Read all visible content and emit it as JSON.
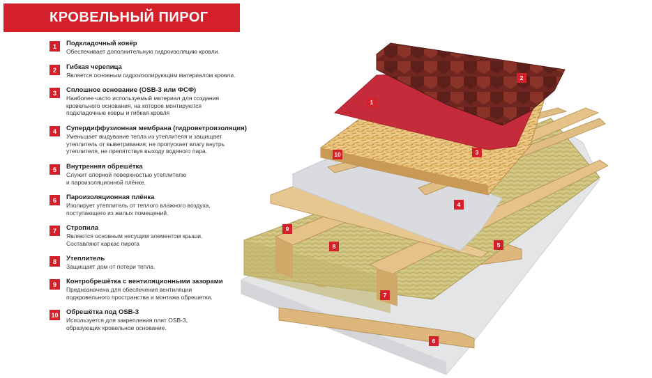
{
  "title": "КРОВЕЛЬНЫЙ ПИРОГ",
  "colors": {
    "accent": "#d4202a",
    "shingle": "#7a2a22",
    "underlay": "#c8283a",
    "osb": "#e7c07d",
    "insulation": "#cbc07a",
    "wood": "#e3c188",
    "film": "#e2e3e5"
  },
  "legend": [
    {
      "num": "1",
      "title": "Подкладочный ковёр",
      "desc": [
        "Обеспечивает дополнительную гидроизоляцию кровли."
      ]
    },
    {
      "num": "2",
      "title": "Гибкая черепица",
      "desc": [
        "Является основным гидроизолирующим материалом кровли."
      ]
    },
    {
      "num": "3",
      "title": "Сплошное основание (OSB-3 или ФСФ)",
      "desc": [
        "Наиболее часто используемый материал для создания",
        "кровельного основания, на которое монтируются",
        "подкладочные ковры и гибкая кровля"
      ]
    },
    {
      "num": "4",
      "title": "Супердиффузионная мембрана (гидроветроизоляция)",
      "desc": [
        "Уменьшает выдувание тепла из утеплителя и защищает",
        "утеплитель от выветривания; не пропускает влагу внутрь",
        "утеплителя, не препятствуя выходу водяного пара."
      ]
    },
    {
      "num": "5",
      "title": "Внутренняя обрешётка",
      "desc": [
        "Служит опорной поверхностью утеплителю",
        "и пароизоляционной плёнке."
      ]
    },
    {
      "num": "6",
      "title": "Пароизоляционная плёнка",
      "desc": [
        "Изолирует утеплитель от теплого влажного воздуха,",
        "поступающего из жилых помещений."
      ]
    },
    {
      "num": "7",
      "title": "Стропила",
      "desc": [
        "Являются основным несущим элементом крыши.",
        "Составляют каркас пирога"
      ]
    },
    {
      "num": "8",
      "title": "Утеплитель",
      "desc": [
        "Защищает дом от потери тепла."
      ]
    },
    {
      "num": "9",
      "title": "Контробрешётка с вентиляционными зазорами",
      "desc": [
        "Предназначена для обеспечения вентиляции",
        "подкровельного пространства и монтажа обрешетки."
      ]
    },
    {
      "num": "10",
      "title": "Обрешётка под OSB-3",
      "desc": [
        "Используется для закрепления плит OSB-3,",
        "образующих кровельное основание."
      ]
    }
  ],
  "diagram_tags": [
    "2",
    "1",
    "10",
    "3",
    "4",
    "9",
    "8",
    "5",
    "7",
    "6"
  ]
}
